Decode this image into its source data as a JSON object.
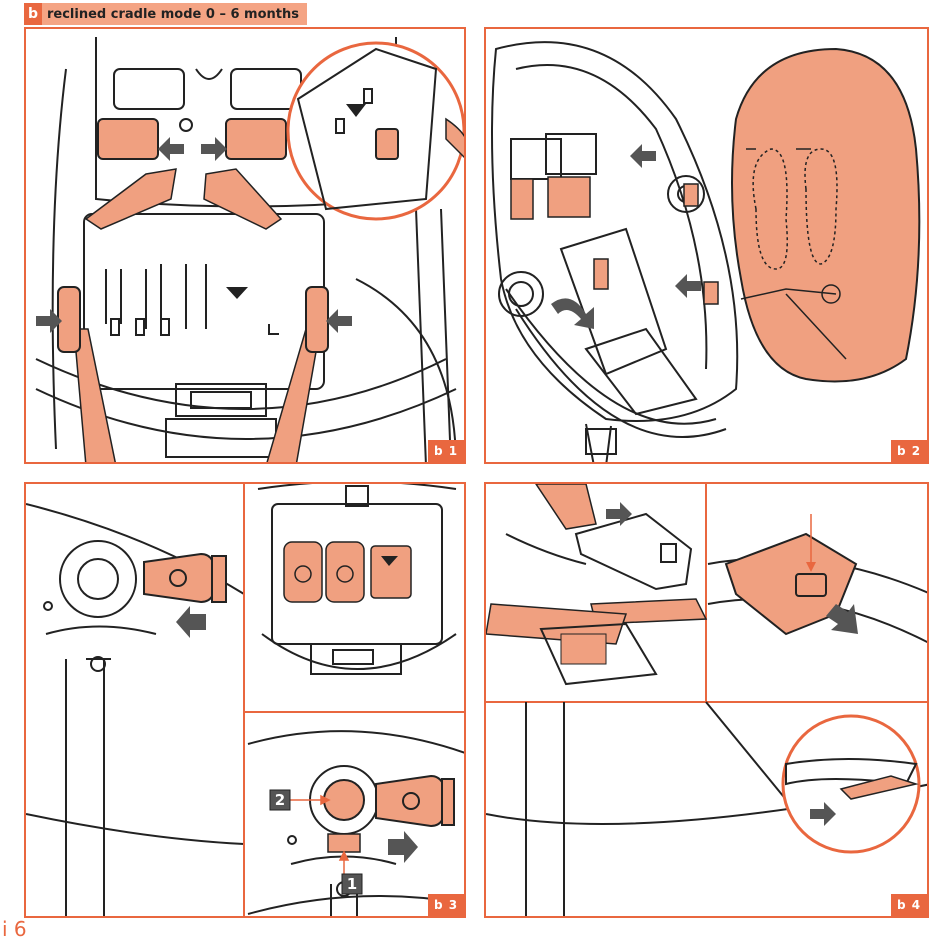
{
  "header": {
    "letter": "b",
    "title": "reclined cradle mode 0 – 6 months"
  },
  "panels": {
    "b1": {
      "label": "b 1"
    },
    "b2": {
      "label": "b 2"
    },
    "b3": {
      "label": "b 3",
      "steps": [
        "2",
        "1"
      ]
    },
    "b4": {
      "label": "b 4"
    }
  },
  "page_number": "i 6",
  "colors": {
    "accent": "#e9673f",
    "fabric": "#f0a080",
    "arrow": "#555555"
  }
}
